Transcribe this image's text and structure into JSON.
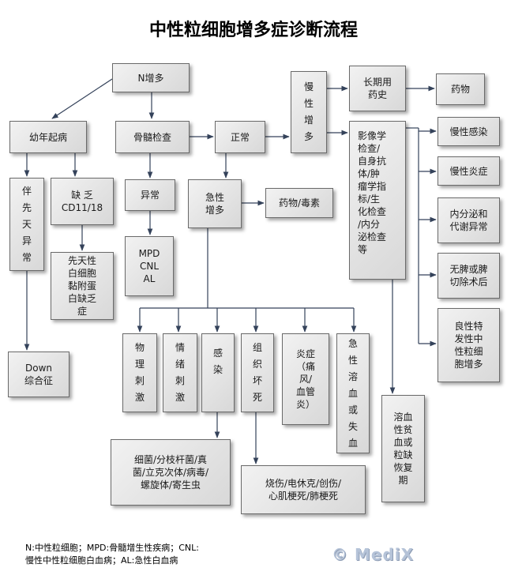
{
  "title": "中性粒细胞增多症诊断流程",
  "nodes": {
    "n_increase": "N增多",
    "childhood_onset": "幼年起病",
    "marrow_exam": "骨髓检查",
    "normal": "正常",
    "chronic_increase": "慢\n性\n增\n多",
    "long_term_drug": "长期用\n药史",
    "drugs": "药物",
    "imaging": "影像学\n检查/\n自身抗\n体/肿\n瘤学指\n标/生\n化检查\n/内分\n泌检查\n等",
    "chronic_infection": "慢性感染",
    "chronic_inflammation": "慢性炎症",
    "endocrine": "内分泌和\n代谢异常",
    "asplenia": "无脾或脾\n切除术后",
    "benign_hereditary": "良性特\n发性中\n性粒细\n胞增多",
    "congenital_abnormal": "伴\n先\n天\n异\n常",
    "cd11_deficiency": "缺    乏\nCD11/18",
    "lad": "先天性\n白细胞\n黏附蛋\n白缺乏\n症",
    "down": "Down\n综合征",
    "abnormal": "异常",
    "mpd": "MPD\nCNL\nAL",
    "acute_increase": "急性\n增多",
    "drug_toxin": "药物/毒素",
    "physical": "物\n理\n刺\n激",
    "emotional": "情\n绪\n刺\n激",
    "infection": "感\n染",
    "necrosis": "组\n织\n坏\n死",
    "inflammation": "炎症\n（痛\n风/\n血管\n炎）",
    "hemolysis": "急\n性\n溶\n血\n或\n失\n血",
    "hemolytic_recovery": "溶血\n性贫\n血或\n粒缺\n恢复\n期",
    "pathogens": "细菌/分枝杆菌/真\n菌/立克次体/病毒/\n螺旋体/寄生虫",
    "burns": "烧伤/电休克/创伤/\n心肌梗死/肺梗死"
  },
  "footnote": "N:中性粒细胞；MPD:骨髓增生性疾病；CNL:\n  慢性中性粒细胞白血病；AL:急性白血病",
  "logo": "© MediX"
}
